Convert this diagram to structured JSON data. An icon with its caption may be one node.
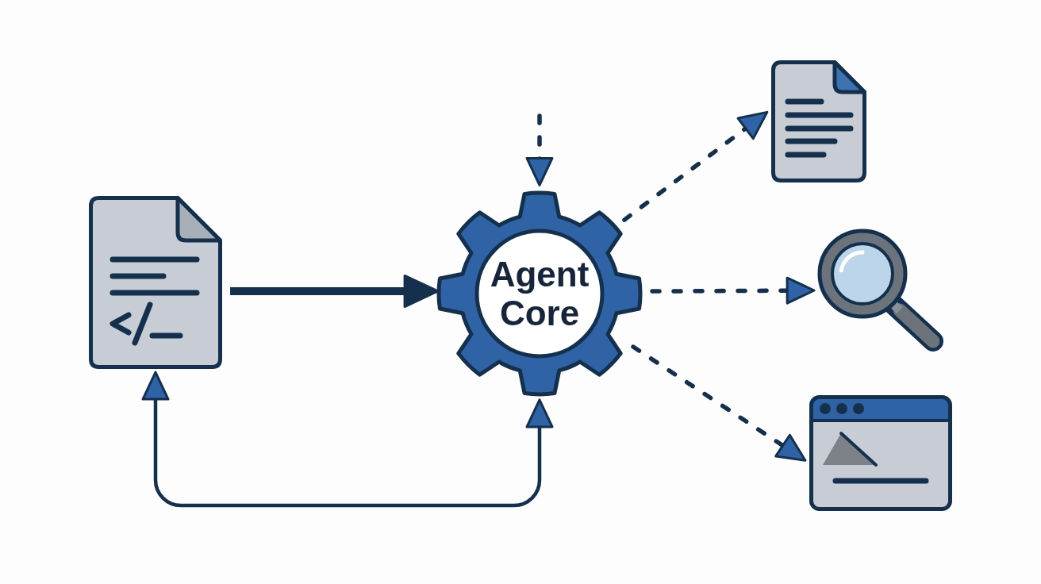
{
  "diagram": {
    "nodes": [
      {
        "text": [],
        "shape": "document"
      },
      {
        "text": [
          "Agent Core"
        ]
      },
      {
        "text": [],
        "shape": "document"
      },
      {
        "text": [],
        "shape": "magnifier"
      },
      {
        "text": [],
        "shape": "window"
      }
    ],
    "edges": [
      {
        "from": 0,
        "to": 1,
        "arrow": "to",
        "style": "thick"
      },
      {
        "from": null,
        "to": 1,
        "arrow": "to",
        "style": "dashed"
      },
      {
        "from": 1,
        "to": 2,
        "arrow": "to",
        "style": "dashed"
      },
      {
        "from": 1,
        "to": 3,
        "arrow": "to",
        "style": "dashed"
      },
      {
        "from": 1,
        "to": 4,
        "arrow": "to",
        "style": "dashed"
      },
      {
        "from": 0,
        "to": 1,
        "arrow": "both"
      }
    ]
  }
}
